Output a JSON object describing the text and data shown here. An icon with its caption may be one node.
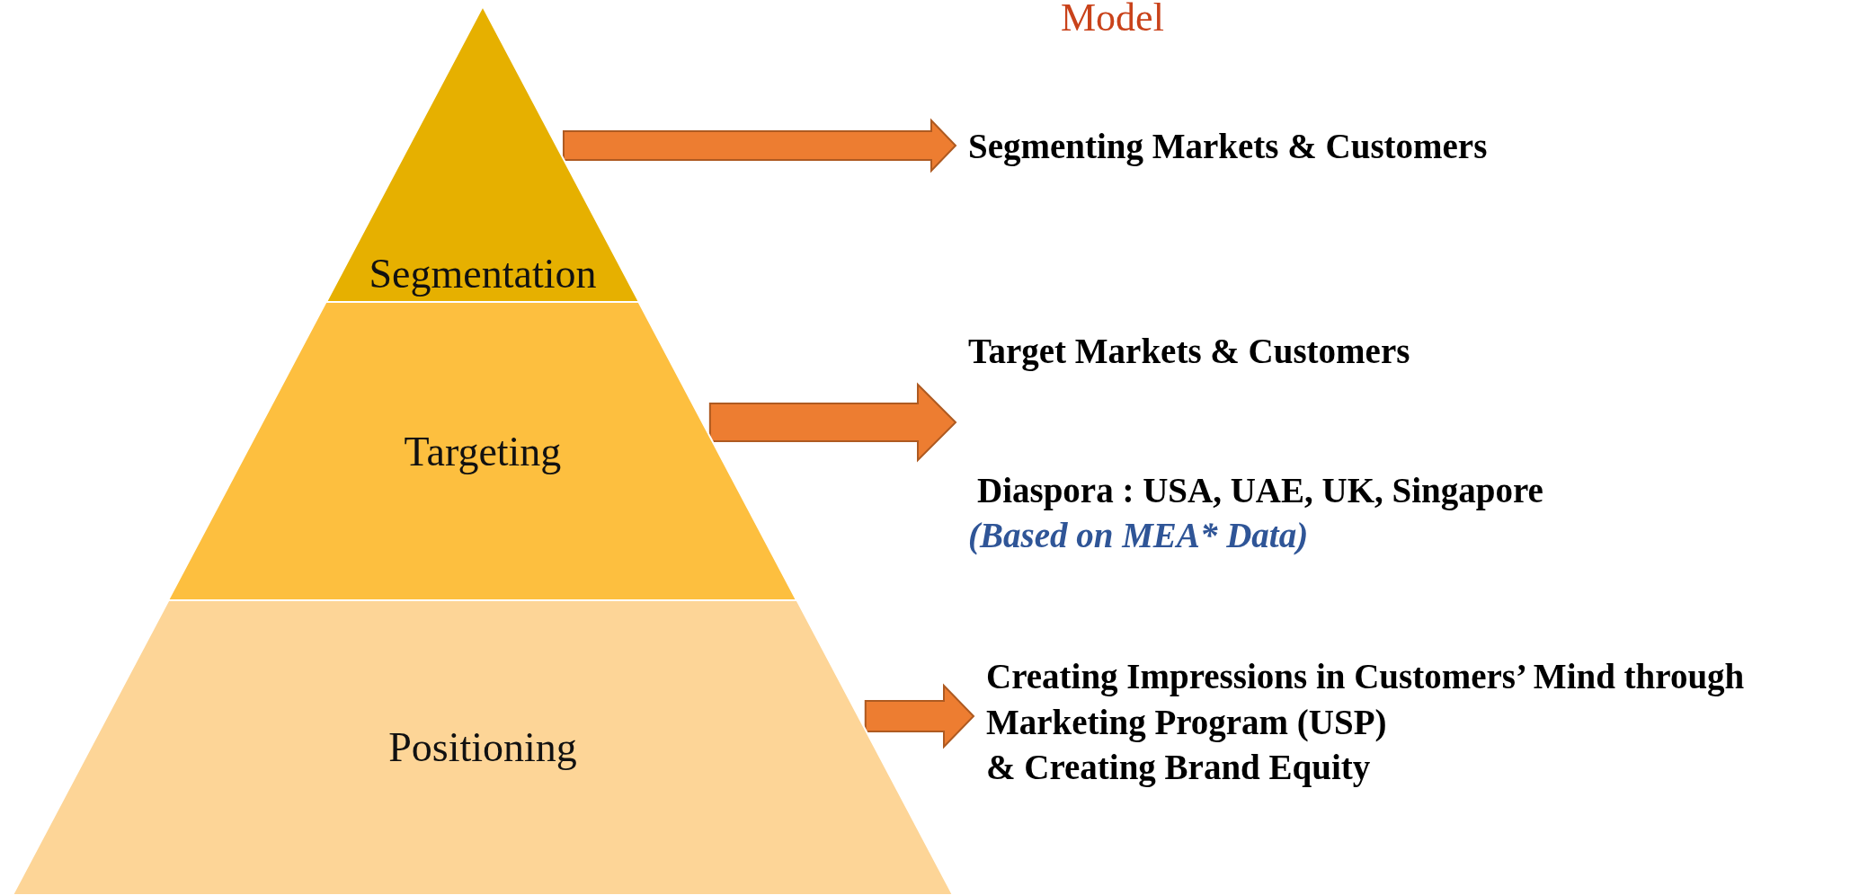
{
  "diagram": {
    "title": "Model",
    "nodes": [
      {
        "text": [
          "Segmentation"
        ]
      },
      {
        "text": [
          "Targeting"
        ]
      },
      {
        "text": [
          "Positioning"
        ]
      },
      {
        "text": [
          "Segmenting Markets & Customers"
        ]
      },
      {
        "text": [
          "Target Markets & Customers",
          "Diaspora : USA, UAE, UK, Singapore",
          "(Based on MEA* Data)"
        ]
      },
      {
        "text": [
          "Creating Impressions in Customers’ Mind through Marketing Program (USP)",
          "& Creating Brand Equity"
        ]
      }
    ],
    "edges": [
      {
        "from": 0,
        "to": 3,
        "arrow": "to"
      },
      {
        "from": 1,
        "to": 4,
        "arrow": "to"
      },
      {
        "from": 2,
        "to": 5,
        "arrow": "to"
      }
    ]
  }
}
